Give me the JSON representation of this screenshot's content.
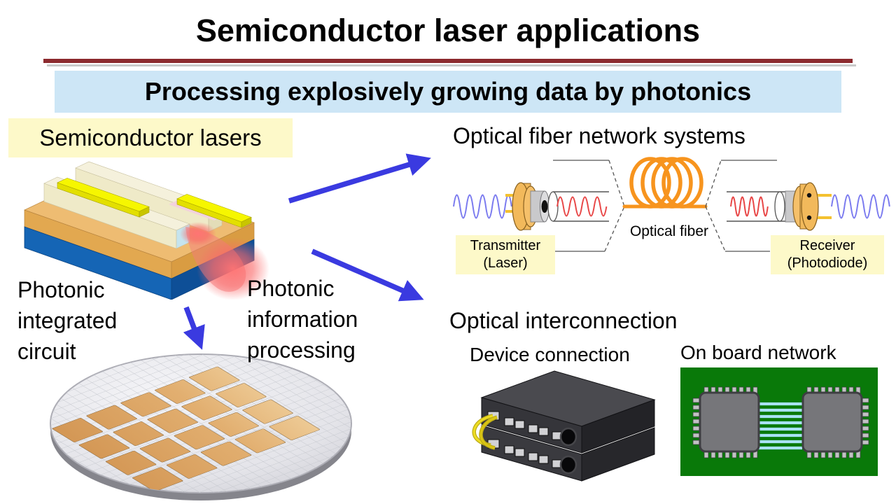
{
  "header": {
    "title": "Semiconductor laser applications",
    "banner": "Processing explosively growing data by photonics"
  },
  "laser": {
    "label": "Semiconductor lasers"
  },
  "fiber": {
    "heading": "Optical fiber network systems",
    "transmitter_line1": "Transmitter",
    "transmitter_line2": "(Laser)",
    "fiber_label": "Optical fiber",
    "receiver_line1": "Receiver",
    "receiver_line2": "(Photodiode)"
  },
  "processing": {
    "pic_label": "Photonic integrated circuit",
    "pip_label": "Photonic information processing"
  },
  "interconnect": {
    "heading": "Optical interconnection",
    "device_label": "Device connection",
    "board_label": "On board network"
  },
  "colors": {
    "title_rule_maroon": "#8C2A2E",
    "banner_blue_bg": "#CDE6F6",
    "label_yellow_bg": "#FDF9C9",
    "arrow_blue": "#3A3AE0",
    "fiber_orange": "#F7941E",
    "signal_red": "#E84747",
    "signal_blue": "#7B7BEF",
    "to_can_gold": "#F2B95B",
    "pcb_green": "#097909",
    "trace_cyan": "#A9E2F4",
    "wafer_chip_copper": "#DDA566",
    "laser_base_blue": "#1565B5",
    "laser_layer_tan": "#EEBC72",
    "laser_stripe_yellow": "#F6F600",
    "beam_red": "#FA6868"
  }
}
